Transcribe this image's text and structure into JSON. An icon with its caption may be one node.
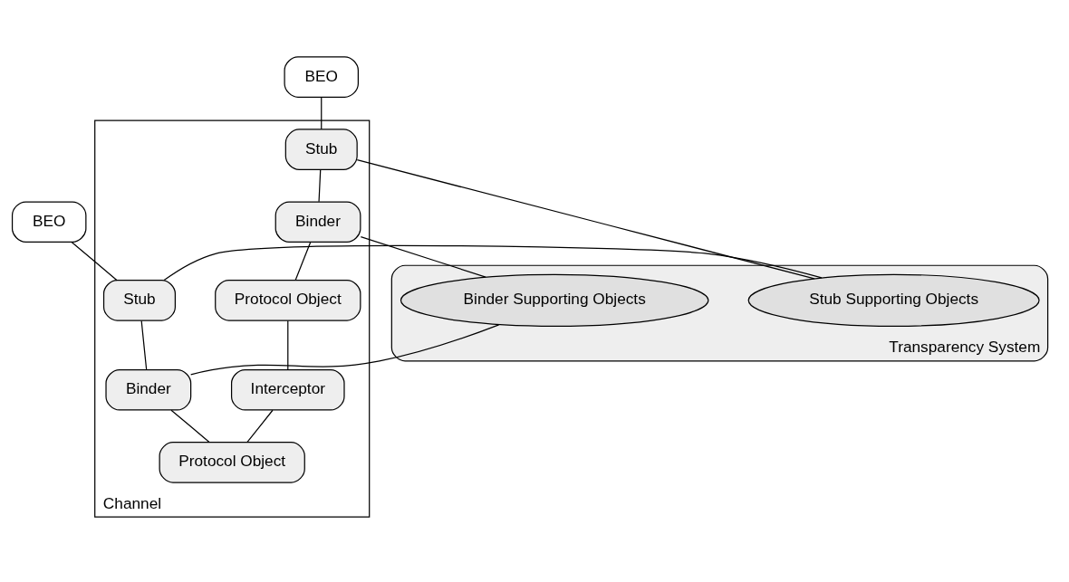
{
  "diagram": {
    "nodes": [
      {
        "text": [
          "BEO"
        ]
      },
      {
        "text": [
          "BEO"
        ]
      },
      {
        "text": [
          "Channel"
        ]
      },
      {
        "text": [
          "Stub"
        ],
        "in": 2
      },
      {
        "text": [
          "Binder"
        ],
        "in": 2
      },
      {
        "text": [
          "Protocol Object"
        ],
        "in": 2
      },
      {
        "text": [
          "Stub"
        ],
        "in": 2
      },
      {
        "text": [
          "Binder"
        ],
        "in": 2
      },
      {
        "text": [
          "Protocol Object"
        ],
        "in": 2
      },
      {
        "text": [
          "Interceptor"
        ],
        "in": 2
      },
      {
        "text": [
          "Transparency System"
        ]
      },
      {
        "text": [
          "Stub Supporting Objects"
        ],
        "in": 10
      },
      {
        "text": [
          "Binder Supporting Objects"
        ],
        "in": 10
      }
    ],
    "edges": [
      {
        "from": 0,
        "to": 3,
        "arrow": "none"
      },
      {
        "from": 3,
        "to": 4,
        "arrow": "none"
      },
      {
        "from": 4,
        "to": 5,
        "arrow": "none"
      },
      {
        "from": 1,
        "to": 6,
        "arrow": "none"
      },
      {
        "from": 6,
        "to": 7,
        "arrow": "none"
      },
      {
        "from": 7,
        "to": 8,
        "arrow": "none"
      },
      {
        "from": 5,
        "to": 9,
        "arrow": "none"
      },
      {
        "from": 9,
        "to": 8,
        "arrow": "none"
      },
      {
        "from": 3,
        "to": 11,
        "arrow": "none"
      },
      {
        "from": 11,
        "to": 6,
        "arrow": "none"
      },
      {
        "from": 4,
        "to": 12,
        "arrow": "none"
      },
      {
        "from": 12,
        "to": 7,
        "arrow": "none"
      }
    ]
  }
}
